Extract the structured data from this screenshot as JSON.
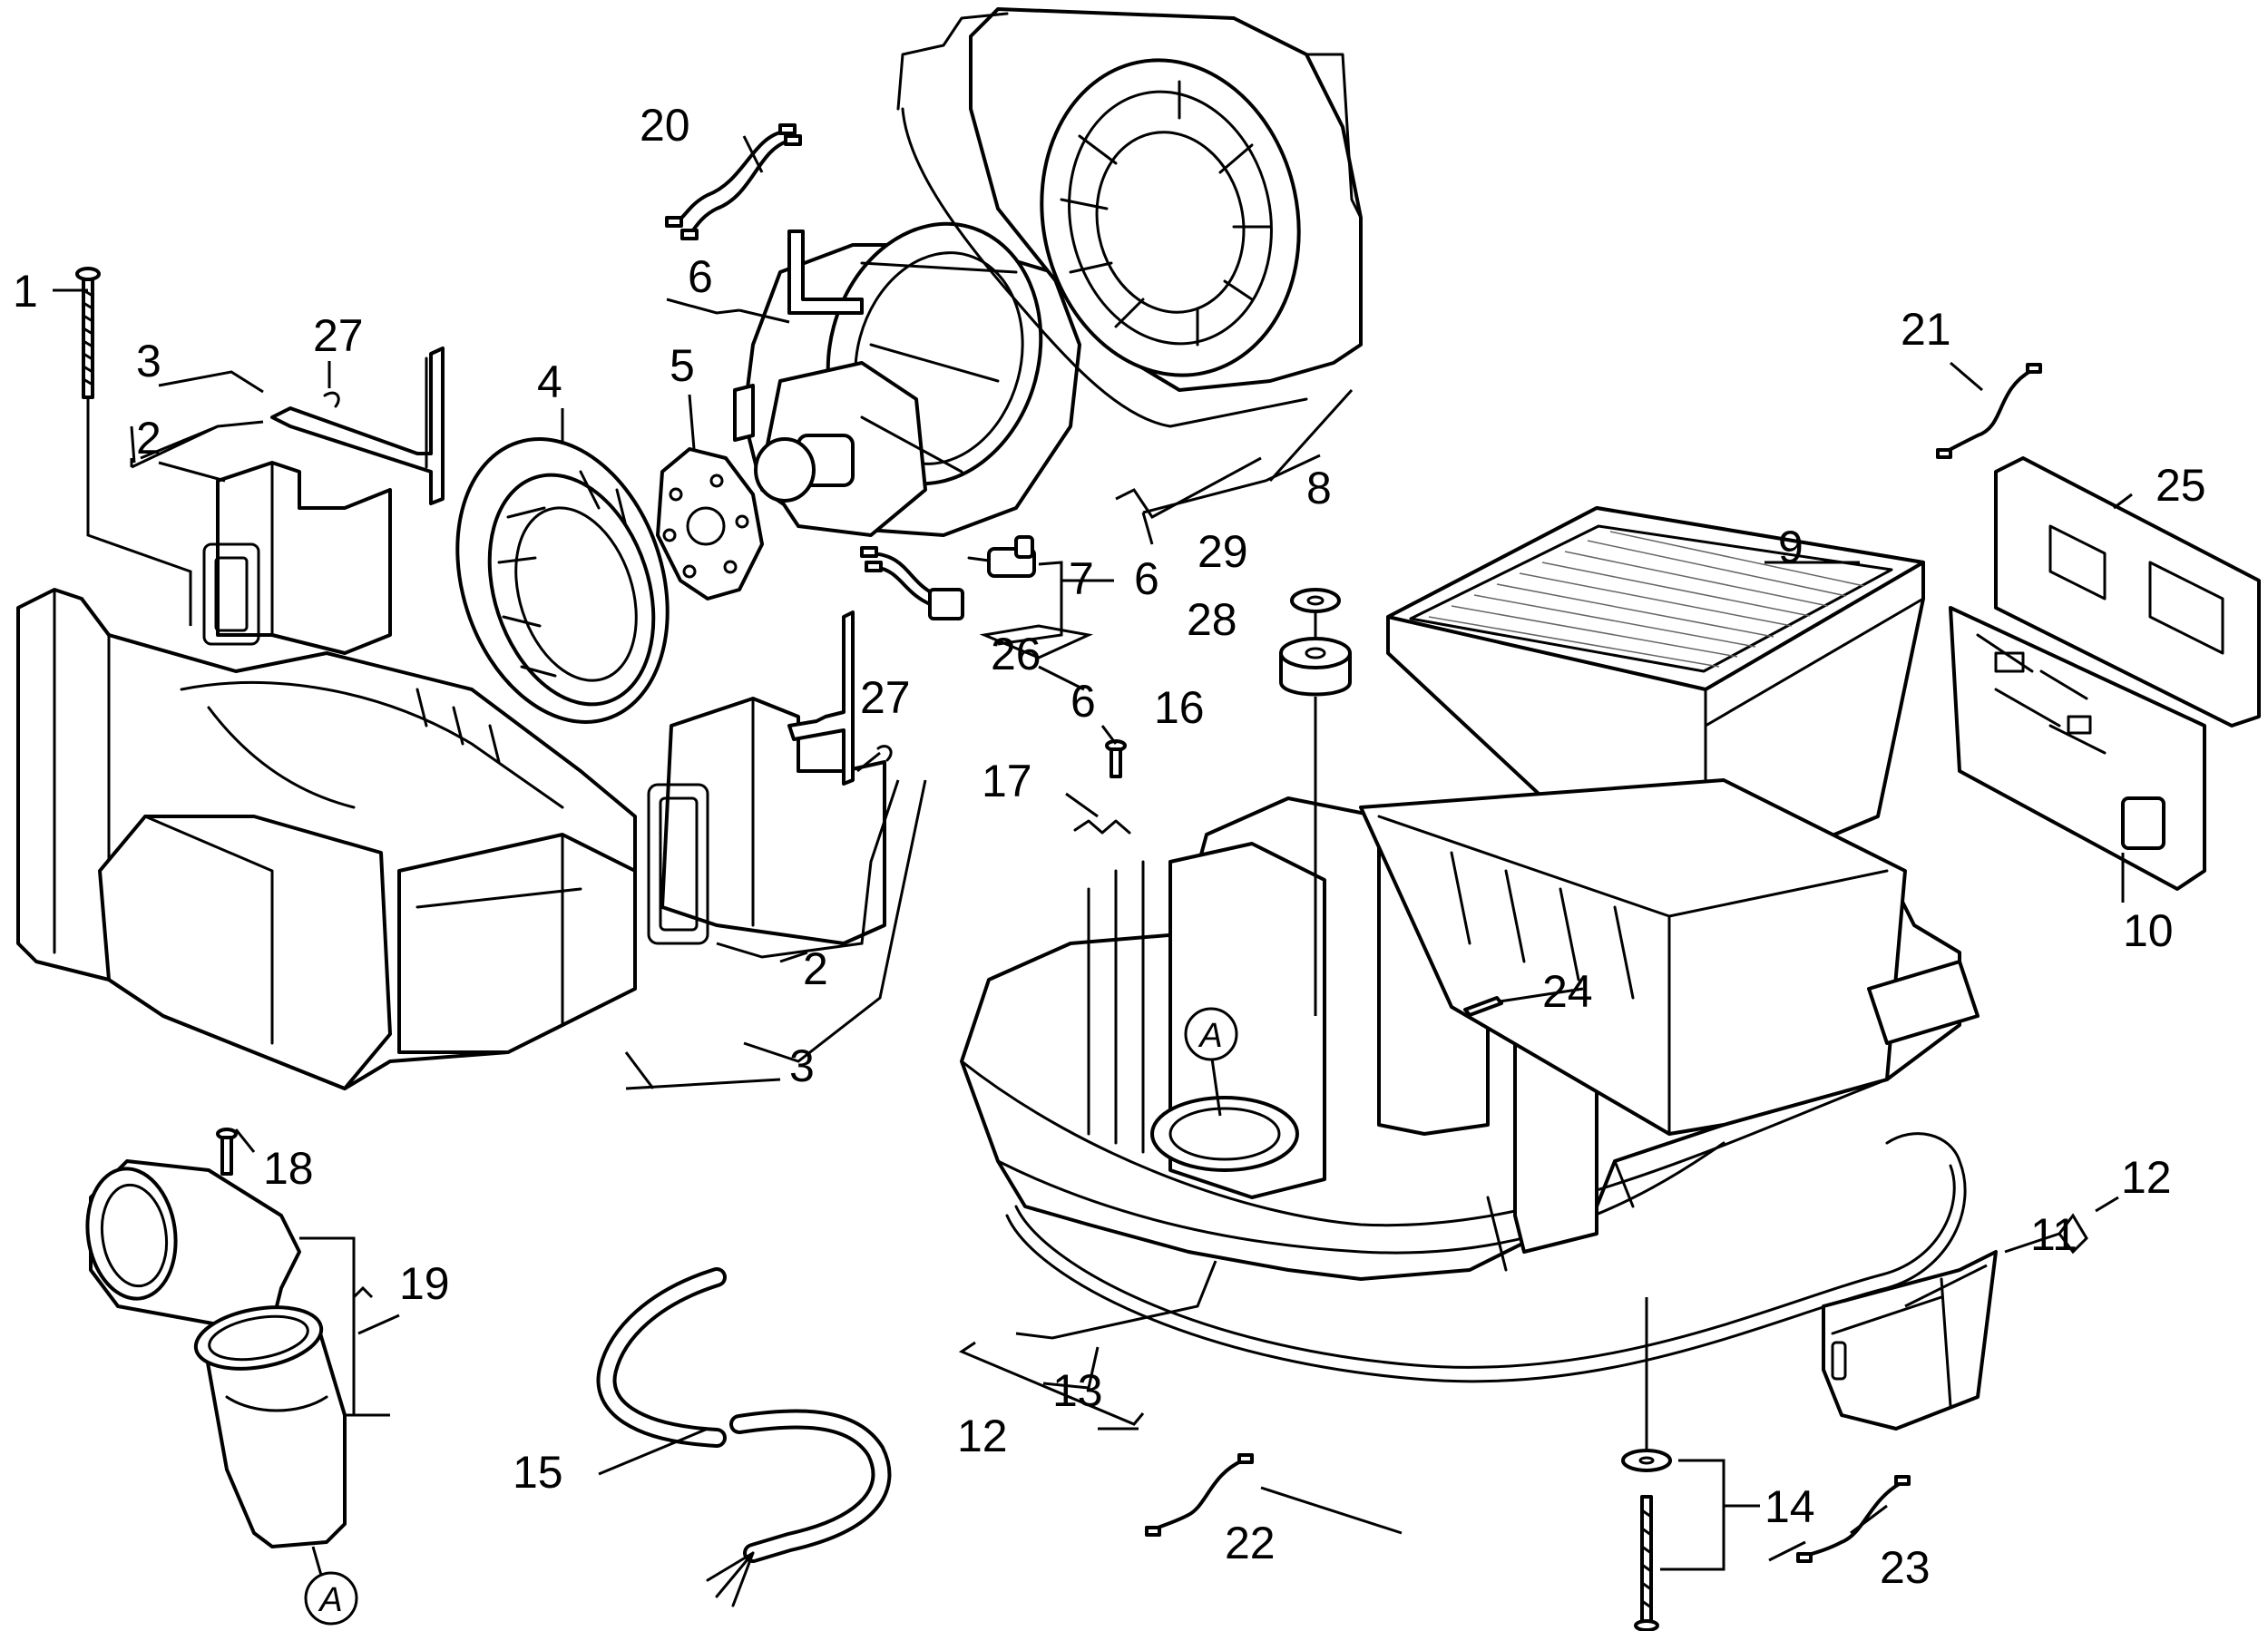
{
  "labels": {
    "p1": "1",
    "p2a": "2",
    "p2b": "2",
    "p3a": "3",
    "p3b": "3",
    "p4": "4",
    "p5": "5",
    "p6a": "6",
    "p6b": "6",
    "p6c": "6",
    "p7": "7",
    "p8": "8",
    "p9": "9",
    "p10": "10",
    "p11": "11",
    "p12a": "12",
    "p12b": "12",
    "p13": "13",
    "p14": "14",
    "p15": "15",
    "p16": "16",
    "p17": "17",
    "p18": "18",
    "p19": "19",
    "p20": "20",
    "p21": "21",
    "p22": "22",
    "p23": "23",
    "p24": "24",
    "p25": "25",
    "p26": "26",
    "p27a": "27",
    "p27b": "27",
    "p28": "28",
    "p29": "29",
    "refA1": "A",
    "refA2": "A"
  }
}
